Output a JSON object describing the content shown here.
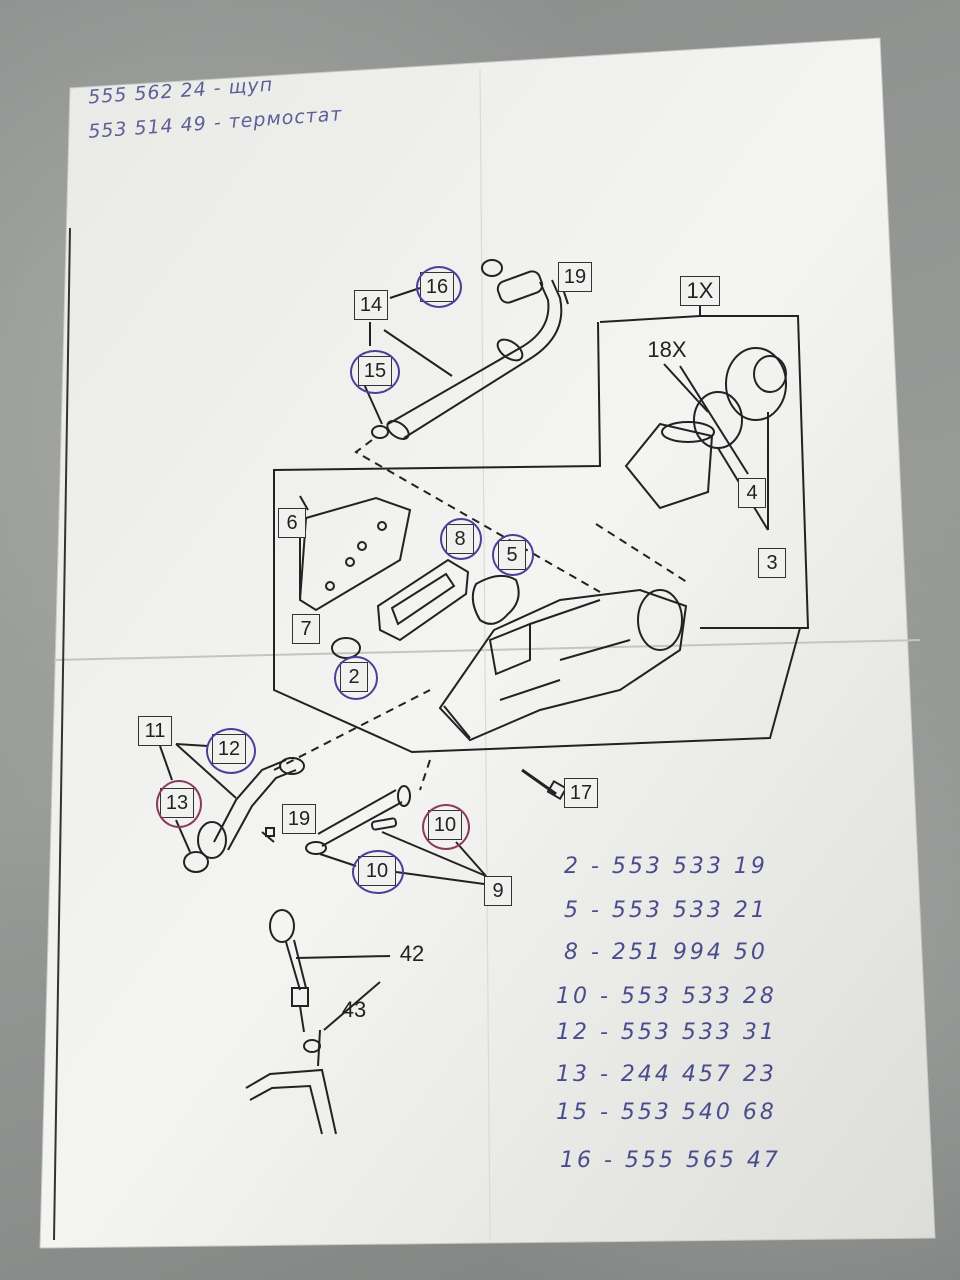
{
  "notes": {
    "line1": "555 562 24 - щуп",
    "line2": "553 514 49 - термостат"
  },
  "labels": {
    "l1x": "1X",
    "l18x": "18X",
    "l2": "2",
    "l3": "3",
    "l4": "4",
    "l5": "5",
    "l6": "6",
    "l7": "7",
    "l8": "8",
    "l9": "9",
    "l10a": "10",
    "l10b": "10",
    "l11": "11",
    "l12": "12",
    "l13": "13",
    "l14": "14",
    "l15": "15",
    "l16": "16",
    "l17": "17",
    "l19a": "19",
    "l19b": "19",
    "l42": "42",
    "l43": "43"
  },
  "parts": [
    {
      "text": "2 - 553 533 19"
    },
    {
      "text": "5 - 553 533 21"
    },
    {
      "text": "8 - 251 994 50"
    },
    {
      "text": "10 - 553 533 28"
    },
    {
      "text": "12 - 553 533 31"
    },
    {
      "text": "13 - 244 457 23"
    },
    {
      "text": "15 - 553 540 68"
    },
    {
      "text": "16 - 555 565 47"
    }
  ]
}
